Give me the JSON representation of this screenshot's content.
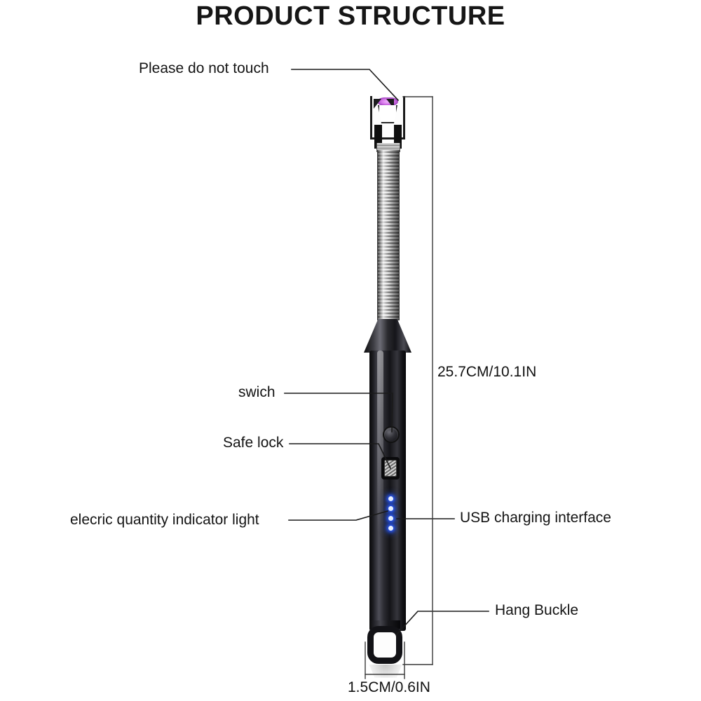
{
  "page": {
    "title": "PRODUCT STRUCTURE",
    "background_color": "#ffffff",
    "text_color": "#141414"
  },
  "product": {
    "name": "electric arc lighter",
    "accent_arc_color": "#d472e8",
    "led_color": "#2b5bff",
    "body_color": "#141418"
  },
  "callouts": {
    "do_not_touch": "Please do not touch",
    "switch": "swich",
    "safe_lock": "Safe lock",
    "indicator_light": "elecric quantity  indicator light",
    "usb": "USB charging interface",
    "hang_buckle": "Hang  Buckle"
  },
  "dimensions": {
    "length": "25.7CM/10.1IN",
    "width": "1.5CM/0.6IN"
  }
}
